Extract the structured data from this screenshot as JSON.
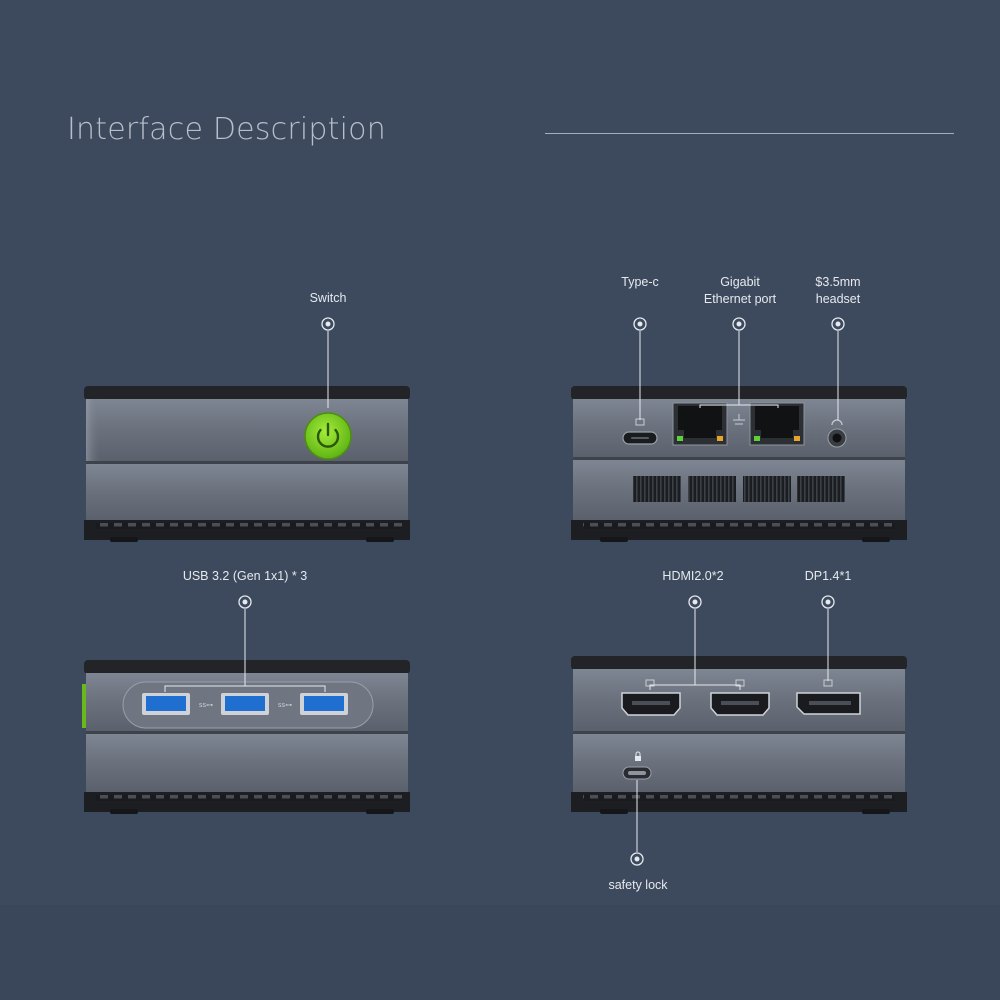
{
  "page": {
    "title": "Interface Description"
  },
  "callouts": {
    "switch": "Switch",
    "typec": "Type-c",
    "ethernet": "Gigabit\nEthernet port",
    "headset": "$3.5mm\nheadset",
    "usb": "USB 3.2 (Gen 1x1) * 3",
    "hdmi": "HDMI2.0*2",
    "dp": "DP1.4*1",
    "lock": "safety lock"
  },
  "colors": {
    "background": "#3d4a5e",
    "power_button": "#7ed321",
    "usb_blue": "#1f6fd1",
    "text": "#e6e9ee"
  }
}
